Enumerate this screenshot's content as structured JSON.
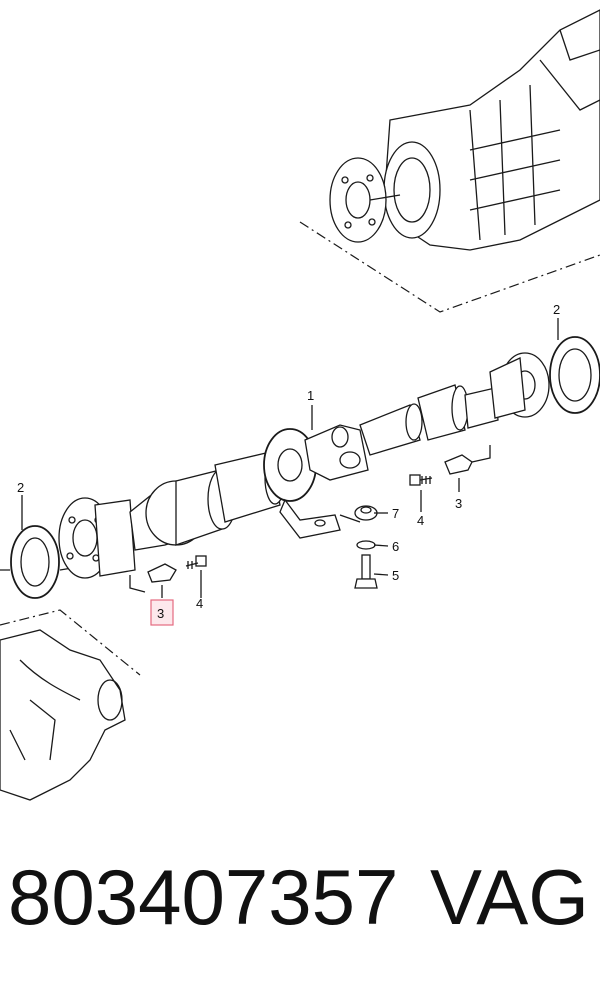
{
  "callouts": {
    "c1": "1",
    "c2_right": "2",
    "c2_left": "2",
    "c3_right": "3",
    "c3_left": "3",
    "c4_right": "4",
    "c4_left": "4",
    "c5": "5",
    "c6": "6",
    "c7": "7"
  },
  "footer": {
    "part_number": "803407357",
    "brand": "VAG"
  },
  "colors": {
    "highlight_fill": "#fde8ec",
    "highlight_border": "#e46a80"
  }
}
